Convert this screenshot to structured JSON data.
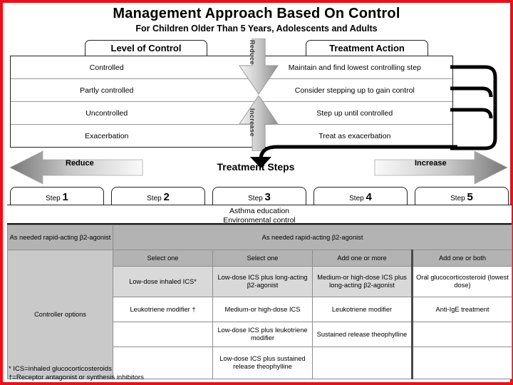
{
  "page": {
    "title": "Management Approach Based On Control",
    "subtitle": "For Children Older Than 5 Years, Adolescents and Adults",
    "border_color": "#e8101a"
  },
  "control_table": {
    "header_level": "Level of Control",
    "header_action": "Treatment Action",
    "arrow_reduce": "Reduce",
    "arrow_increase": "Increase",
    "rows": [
      {
        "level": "Controlled",
        "action": "Maintain and find lowest controlling step"
      },
      {
        "level": "Partly controlled",
        "action": "Consider stepping up to gain control"
      },
      {
        "level": "Uncontrolled",
        "action": "Step up until controlled"
      },
      {
        "level": "Exacerbation",
        "action": "Treat as exacerbation"
      }
    ]
  },
  "steps_band": {
    "title": "Treatment Steps",
    "reduce_label": "Reduce",
    "increase_label": "Increase",
    "steps": [
      {
        "word": "Step",
        "number": "1"
      },
      {
        "word": "Step",
        "number": "2"
      },
      {
        "word": "Step",
        "number": "3"
      },
      {
        "word": "Step",
        "number": "4"
      },
      {
        "word": "Step",
        "number": "5"
      }
    ]
  },
  "education": {
    "line1": "Asthma education",
    "line2": "Environmental control"
  },
  "reliever": {
    "step1_label": "As needed rapid-acting β2-agonist",
    "steps2to5_label": "As needed rapid-acting β2-agonist"
  },
  "controller": {
    "row_label": "Controller options",
    "column_headers": [
      "",
      "Select one",
      "Select one",
      "Add one or more",
      "Add one or both"
    ],
    "options": [
      [
        "",
        "Low-dose inhaled ICS*",
        "Low-dose ICS plus long-acting β2-agonist",
        "Medium-or high-dose ICS plus long-acting β2-agonist",
        "Oral glucocorticosteroid (lowest dose)"
      ],
      [
        "",
        "Leukotriene modifier †",
        "Medium-or high-dose ICS",
        "Leukotriene modifier",
        "Anti-IgE treatment"
      ],
      [
        "",
        "",
        "Low-dose ICS plus leukotriene modifier",
        "Sustained release theophylline",
        ""
      ],
      [
        "",
        "",
        "Low-dose ICS plus sustained release theophylline",
        "",
        ""
      ]
    ]
  },
  "footnotes": {
    "line1": "* ICS=inhaled glucocorticosteroids",
    "line2": "†=Receptor antagonist or synthesis inhibitors"
  }
}
